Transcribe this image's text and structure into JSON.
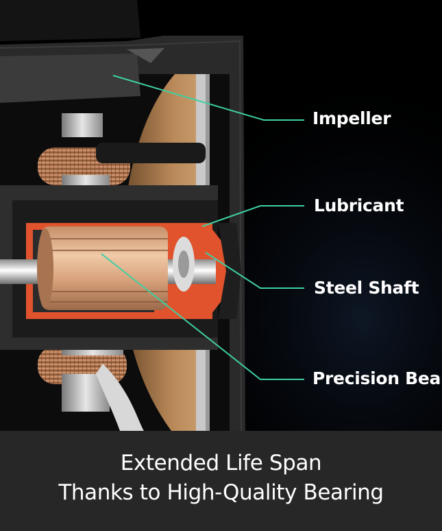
{
  "colors": {
    "background": "#000000",
    "housing": "#2b2b2b",
    "lubricant": "#e0532d",
    "copper": "#c98a5e",
    "impeller_disc": "#b48455",
    "callout_line": "#3fd0a3",
    "steel": "#d8d8d8",
    "caption_bar": "#2a2a2a"
  },
  "callouts": {
    "impeller": "Impeller",
    "lubricant": "Lubricant",
    "steel_shaft": "Steel Shaft",
    "precision_bearing": "Precision Bear"
  },
  "caption": {
    "line1": "Extended Life Span",
    "line2": "Thanks to High-Quality Bearing"
  }
}
